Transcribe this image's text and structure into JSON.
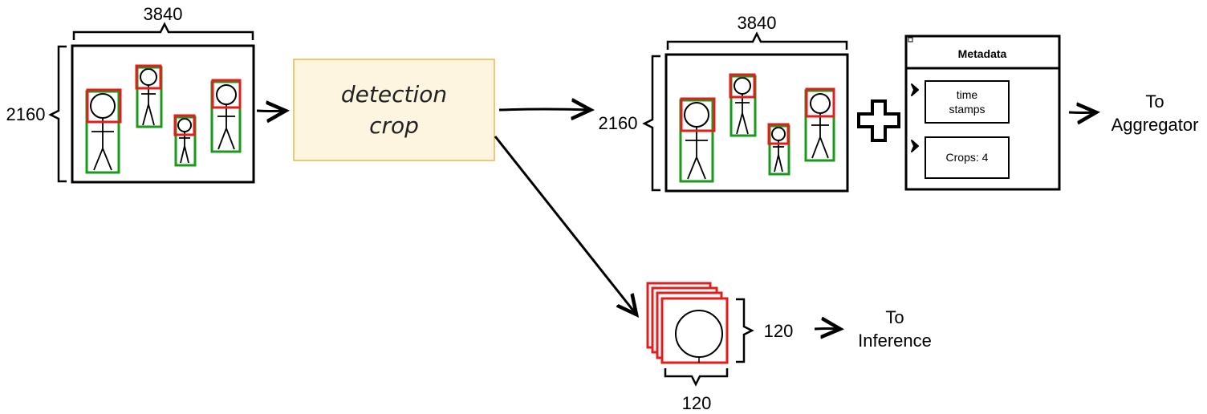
{
  "input_frame": {
    "width_label": "3840",
    "height_label": "2160"
  },
  "process": {
    "line1": "detection",
    "line2": "crop"
  },
  "output_frame": {
    "width_label": "3840",
    "height_label": "2160"
  },
  "metadata": {
    "title": "Metadata",
    "items": [
      {
        "line1": "time",
        "line2": "stamps"
      },
      {
        "line1": "Crops: 4",
        "line2": ""
      }
    ]
  },
  "aggregator": {
    "line1": "To",
    "line2": "Aggregator"
  },
  "crops": {
    "width_label": "120",
    "height_label": "120"
  },
  "inference": {
    "line1": "To",
    "line2": "Inference"
  },
  "colors": {
    "detection_box": "#1a9a1a",
    "crop_box": "#e11d1d",
    "process_fill": "#fdf5df",
    "process_stroke": "#e8b84a"
  }
}
